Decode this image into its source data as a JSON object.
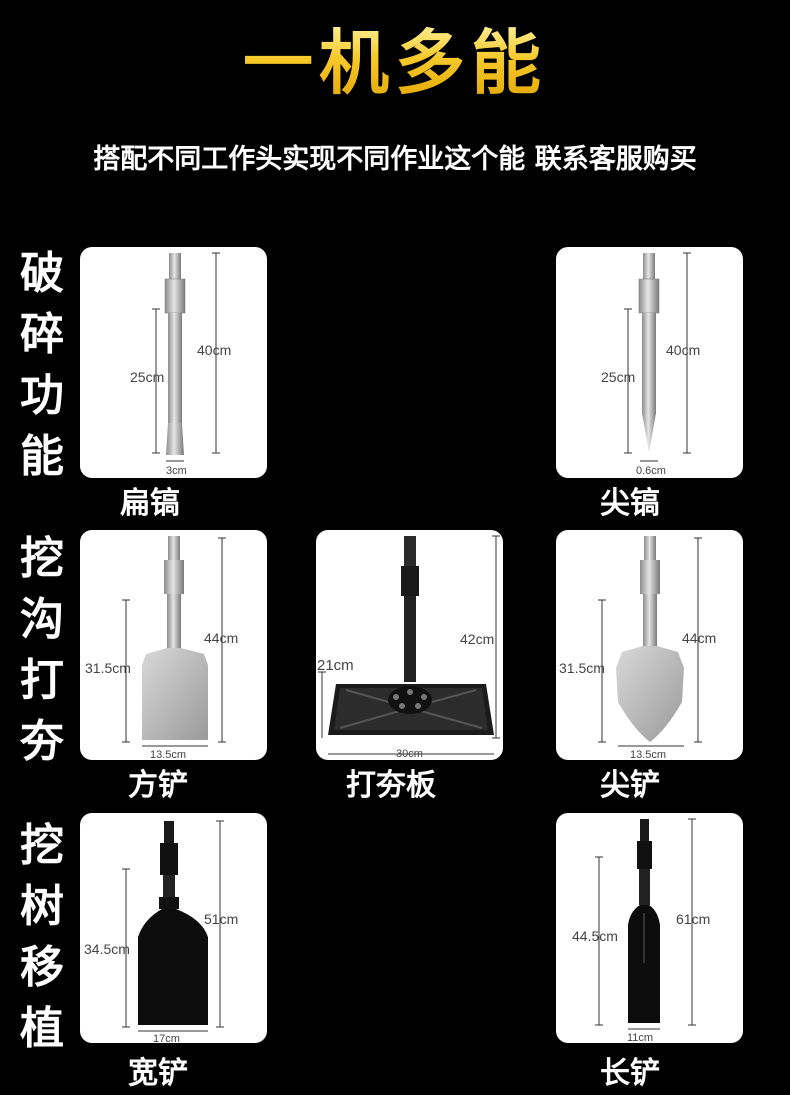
{
  "title": "一机多能",
  "subtitle": "搭配不同工作头实现不同作业这个能 联系客服购买",
  "sections": [
    {
      "label": [
        "破",
        "碎",
        "功",
        "能"
      ]
    },
    {
      "label": [
        "挖",
        "沟",
        "打",
        "夯"
      ]
    },
    {
      "label": [
        "挖",
        "树",
        "移",
        "植"
      ]
    }
  ],
  "tools": {
    "flat_chisel": {
      "name": "扁镐",
      "length": "40cm",
      "shank": "25cm",
      "width": "3cm"
    },
    "point_chisel": {
      "name": "尖镐",
      "length": "40cm",
      "shank": "25cm",
      "width": "0.6cm"
    },
    "square_shovel": {
      "name": "方铲",
      "length": "44cm",
      "shank": "31.5cm",
      "width": "13.5cm"
    },
    "tamper_plate": {
      "name": "打夯板",
      "length": "42cm",
      "shank": "21cm",
      "width": "30cm"
    },
    "pointed_shovel": {
      "name": "尖铲",
      "length": "44cm",
      "shank": "31.5cm",
      "width": "13.5cm"
    },
    "wide_shovel": {
      "name": "宽铲",
      "length": "51cm",
      "shank": "34.5cm",
      "width": "17cm"
    },
    "long_shovel": {
      "name": "长铲",
      "length": "61cm",
      "shank": "44.5cm",
      "width": "11cm"
    }
  }
}
